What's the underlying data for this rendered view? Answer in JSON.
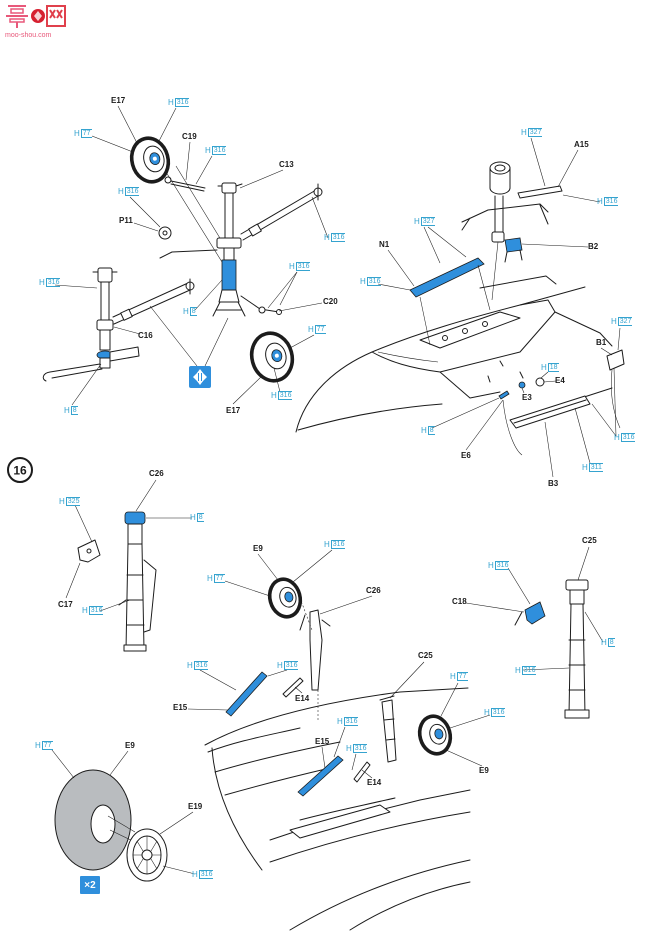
{
  "logo": {
    "text": "毫网",
    "url": "moo-shou.com"
  },
  "step": {
    "number": "16"
  },
  "badges": {
    "quantity": "×2"
  },
  "colors": {
    "ink": "#1c1c1c",
    "callout": "#35a3cf",
    "highlight": "#2f8fdc",
    "tire": "#b9bcbf",
    "logo": "#e0404c"
  },
  "icons": {
    "assembly_arrow": "four-way-arrow-icon",
    "quantity_badge": "times-two-badge"
  },
  "parts": [
    "E17",
    "C19",
    "C13",
    "P11",
    "C20",
    "C16",
    "E17",
    "A15",
    "N1",
    "B2",
    "B1",
    "E4",
    "E3",
    "E6",
    "B3",
    "C26",
    "C17",
    "E9",
    "C26",
    "E14",
    "E15",
    "C25",
    "E15",
    "E9",
    "E14",
    "C25",
    "C18",
    "E9",
    "E19"
  ],
  "paints": [
    {
      "prefix": "H",
      "code": "316"
    },
    {
      "prefix": "H",
      "code": "77"
    },
    {
      "prefix": "H",
      "code": "316"
    },
    {
      "prefix": "H",
      "code": "316"
    },
    {
      "prefix": "H",
      "code": "316"
    },
    {
      "prefix": "H",
      "code": "316"
    },
    {
      "prefix": "H",
      "code": "316"
    },
    {
      "prefix": "H",
      "code": "8"
    },
    {
      "prefix": "H",
      "code": "77"
    },
    {
      "prefix": "H",
      "code": "316"
    },
    {
      "prefix": "H",
      "code": "8"
    },
    {
      "prefix": "H",
      "code": "327"
    },
    {
      "prefix": "H",
      "code": "316"
    },
    {
      "prefix": "H",
      "code": "327"
    },
    {
      "prefix": "H",
      "code": "316"
    },
    {
      "prefix": "H",
      "code": "327"
    },
    {
      "prefix": "H",
      "code": "18"
    },
    {
      "prefix": "H",
      "code": "8"
    },
    {
      "prefix": "H",
      "code": "316"
    },
    {
      "prefix": "H",
      "code": "311"
    },
    {
      "prefix": "H",
      "code": "325"
    },
    {
      "prefix": "H",
      "code": "8"
    },
    {
      "prefix": "H",
      "code": "316"
    },
    {
      "prefix": "H",
      "code": "316"
    },
    {
      "prefix": "H",
      "code": "77"
    },
    {
      "prefix": "H",
      "code": "316"
    },
    {
      "prefix": "H",
      "code": "316"
    },
    {
      "prefix": "H",
      "code": "77"
    },
    {
      "prefix": "H",
      "code": "316"
    },
    {
      "prefix": "H",
      "code": "316"
    },
    {
      "prefix": "H",
      "code": "316"
    },
    {
      "prefix": "H",
      "code": "316"
    },
    {
      "prefix": "H",
      "code": "8"
    },
    {
      "prefix": "H",
      "code": "316"
    },
    {
      "prefix": "H",
      "code": "77"
    },
    {
      "prefix": "H",
      "code": "316"
    }
  ]
}
